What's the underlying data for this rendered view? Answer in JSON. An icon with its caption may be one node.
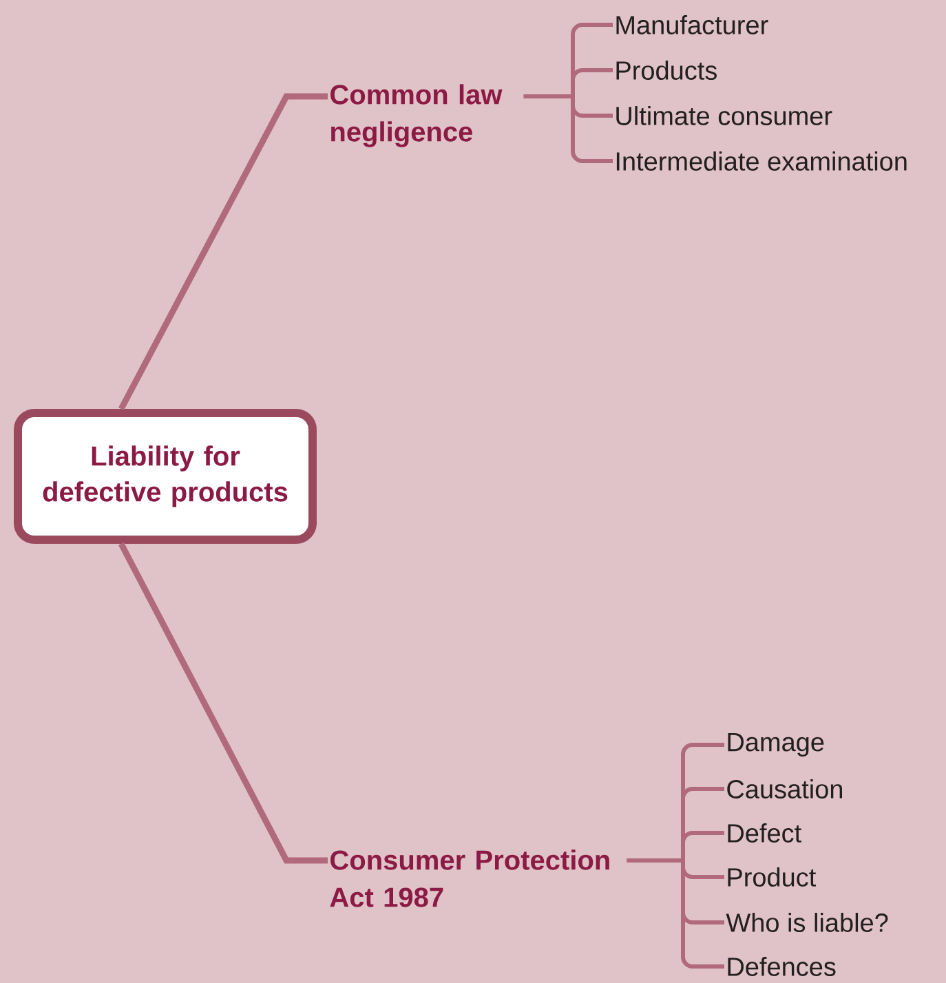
{
  "diagram": {
    "nodes": [
      {
        "text": [
          "Liability for defective products"
        ]
      },
      {
        "text": [
          "Common law negligence"
        ]
      },
      {
        "text": [
          "Manufacturer"
        ]
      },
      {
        "text": [
          "Products"
        ]
      },
      {
        "text": [
          "Ultimate consumer"
        ]
      },
      {
        "text": [
          "Intermediate examination"
        ]
      },
      {
        "text": [
          "Consumer Protection Act 1987"
        ]
      },
      {
        "text": [
          "Damage"
        ]
      },
      {
        "text": [
          "Causation"
        ]
      },
      {
        "text": [
          "Defect"
        ]
      },
      {
        "text": [
          "Product"
        ]
      },
      {
        "text": [
          "Who is liable?"
        ]
      },
      {
        "text": [
          "Defences"
        ]
      }
    ],
    "edges": [
      {
        "from": 0,
        "to": 1,
        "arrow": "none"
      },
      {
        "from": 1,
        "to": 2,
        "arrow": "none"
      },
      {
        "from": 1,
        "to": 3,
        "arrow": "none"
      },
      {
        "from": 1,
        "to": 4,
        "arrow": "none"
      },
      {
        "from": 1,
        "to": 5,
        "arrow": "none"
      },
      {
        "from": 0,
        "to": 6,
        "arrow": "none"
      },
      {
        "from": 6,
        "to": 7,
        "arrow": "none"
      },
      {
        "from": 6,
        "to": 8,
        "arrow": "none"
      },
      {
        "from": 6,
        "to": 9,
        "arrow": "none"
      },
      {
        "from": 6,
        "to": 10,
        "arrow": "none"
      },
      {
        "from": 6,
        "to": 11,
        "arrow": "none"
      },
      {
        "from": 6,
        "to": 12,
        "arrow": "none"
      }
    ]
  }
}
